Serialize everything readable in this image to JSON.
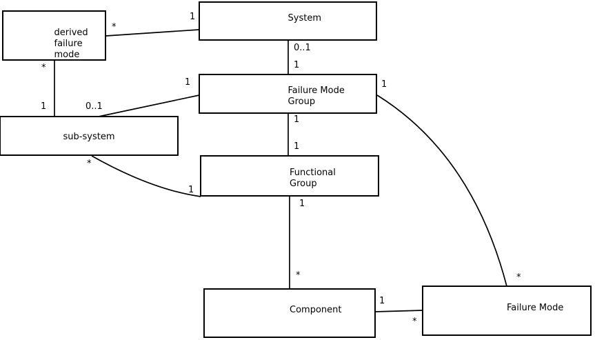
{
  "diagram": {
    "title": "system failure-mode decomposition class diagram",
    "background_color": "#ffffff",
    "line_color": "#000000",
    "text_color": "#000000",
    "nodes": [
      {
        "id": "derived-failure-mode",
        "label": "derived\nfailure\nmode"
      },
      {
        "id": "system",
        "label": "System"
      },
      {
        "id": "failure-mode-group",
        "label": "Failure Mode\nGroup"
      },
      {
        "id": "sub-system",
        "label": "sub-system"
      },
      {
        "id": "functional-group",
        "label": "Functional\nGroup"
      },
      {
        "id": "component",
        "label": "Component"
      },
      {
        "id": "failure-mode",
        "label": "Failure Mode"
      }
    ],
    "connections": [
      {
        "from": "derived failure mode",
        "to": "System",
        "from_label": "*",
        "to_label": "1"
      },
      {
        "from": "derived failure mode",
        "to": "sub-system",
        "from_label": "*",
        "to_label": "1"
      },
      {
        "from": "System",
        "to": "Failure Mode Group",
        "from_label": "0..1",
        "to_label": "1"
      },
      {
        "from": "Failure Mode Group",
        "to": "sub-system",
        "from_label": "1",
        "to_label": "0..1"
      },
      {
        "from": "Failure Mode Group",
        "to": "Functional Group",
        "from_label": "1",
        "to_label": "1"
      },
      {
        "from": "sub-system",
        "to": "Functional Group",
        "from_label": "*",
        "to_label": "1"
      },
      {
        "from": "Functional Group",
        "to": "Component",
        "from_label": "1",
        "to_label": "*"
      },
      {
        "from": "Component",
        "to": "Failure Mode",
        "from_label": "1",
        "to_label": "*"
      },
      {
        "from": "Failure Mode Group",
        "to": "Failure Mode",
        "from_label": "1",
        "to_label": "*"
      }
    ]
  }
}
